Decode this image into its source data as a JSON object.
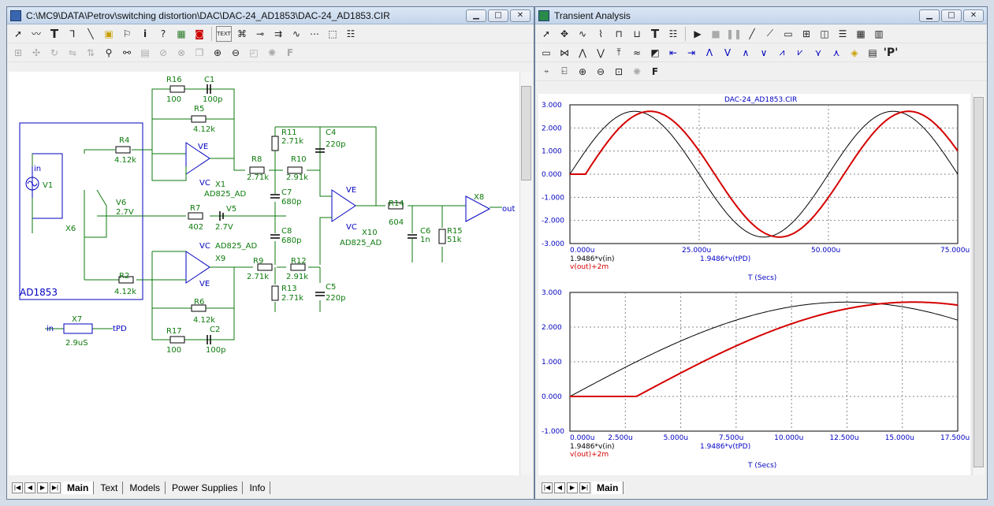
{
  "schematic_window": {
    "title": "C:\\MC9\\DATA\\Petrov\\switching distortion\\DAC\\DAC-24_AD1853\\DAC-24_AD1853.CIR",
    "toolbar1": [
      "arrow-icon",
      "wire-icon",
      "text-icon",
      "wire-ortho-icon",
      "line-icon",
      "help-icon",
      "component-icon",
      "dropdown-icon",
      "flag-icon",
      "info-icon",
      "help-question-icon",
      "graph-icon",
      "probe-icon",
      "text-mode-icon",
      "node-numbers-icon",
      "pin-icon",
      "pin-dropdown-icon",
      "bus-icon",
      "grid-icon",
      "dropdown-icon",
      "cursor-icon",
      "properties-icon"
    ],
    "toolbar2": [
      "select-icon",
      "move-icon",
      "rotate-icon",
      "flip-x-icon",
      "flip-y-icon",
      "find-icon",
      "binoculars-icon",
      "page-icon",
      "stop-icon",
      "clear-icon",
      "duplicate-icon",
      "zoom-in-icon",
      "zoom-out-icon",
      "camera-icon",
      "step-icon",
      "font-icon"
    ],
    "text_btn": "TEXT",
    "components": {
      "r16": "R16",
      "r16v": "100",
      "c1": "C1",
      "c1v": "100p",
      "r5": "R5",
      "r5v": "4.12k",
      "r4": "R4",
      "r4v": "4.12k",
      "r11": "R11",
      "r11v": "2.71k",
      "c4": "C4",
      "c4v": "220p",
      "r8": "R8",
      "r8v": "2.71k",
      "r10": "R10",
      "r10v": "2.91k",
      "x1": "X1",
      "x1m": "AD825_AD",
      "ve1": "VE",
      "vc1": "VC",
      "c7": "C7",
      "c7v": "680p",
      "r7": "R7",
      "r7v": "402",
      "v5": "V5",
      "v5v": "2.7V",
      "c8": "C8",
      "c8v": "680p",
      "r14": "R14",
      "r14v": "604",
      "x10": "X10",
      "x10m": "AD825_AD",
      "ve10": "VE",
      "vc10": "VC",
      "c6": "C6",
      "c6v": "1n",
      "r15": "R15",
      "r15v": "51k",
      "x8": "X8",
      "out": "out",
      "v1": "V1",
      "in": "in",
      "v6": "V6",
      "v6v": "2.7V",
      "x6": "X6",
      "ad1853": "AD1853",
      "r2": "R2",
      "r2v": "4.12k",
      "x9": "X9",
      "x9m": "AD825_AD",
      "vc9": "VC",
      "ve9": "VE",
      "r9": "R9",
      "r9v": "2.71k",
      "r12": "R12",
      "r12v": "2.91k",
      "r13": "R13",
      "r13v": "2.71k",
      "c5": "C5",
      "c5v": "220p",
      "r6": "R6",
      "r6v": "4.12k",
      "r17": "R17",
      "r17v": "100",
      "c2": "C2",
      "c2v": "100p",
      "x7": "X7",
      "x7in": "in",
      "x7out": "tPD",
      "x7v": "2.9uS"
    },
    "tabs": [
      "Main",
      "Text",
      "Models",
      "Power Supplies",
      "Info"
    ],
    "active_tab": "Main"
  },
  "transient_window": {
    "title": "Transient Analysis",
    "toolbar1": [
      "arrow-icon",
      "select-icon",
      "dropdown-icon",
      "curve-icon",
      "curve2-icon",
      "curve3-icon",
      "curve4-icon",
      "curve5-icon",
      "curve6-icon",
      "text-icon",
      "properties-icon",
      "run-icon",
      "stop-icon",
      "pause-icon",
      "line-icon",
      "diag-line-icon",
      "window-icon",
      "grid-icon",
      "split-icon",
      "bars-icon",
      "table-icon",
      "cols-icon"
    ],
    "toolbar2": [
      "panel-icon",
      "scope-icon",
      "peak-icon",
      "valley-icon",
      "high-icon",
      "low-icon",
      "slope-icon",
      "chart-icon",
      "cursor-left-icon",
      "cursor-right-icon",
      "peak-wave-icon",
      "valley-wave-icon",
      "wave1-icon",
      "wave2-icon",
      "wave3-icon",
      "wave4-icon",
      "wave5-icon",
      "wave6-icon",
      "wave7-icon",
      "label-icon",
      "dropdown-icon",
      "table2-icon",
      "p-icon"
    ],
    "toolbar3": [
      "scale-x-icon",
      "scale-y-icon",
      "zoom-in-icon",
      "zoom-out-icon",
      "zoom-fit-icon",
      "step-icon",
      "font-icon"
    ],
    "p_label": "'P'",
    "tabs": [
      "Main"
    ],
    "active_tab": "Main"
  },
  "chart_data": [
    {
      "type": "line",
      "title": "DAC-24_AD1853.CIR",
      "xlabel": "T (Secs)",
      "ylabel": "",
      "xlim": [
        0,
        7.5e-05
      ],
      "ylim": [
        -3,
        3
      ],
      "x_ticks": [
        "0.000u",
        "25.000u",
        "50.000u",
        "75.000u"
      ],
      "y_ticks": [
        "3.000",
        "2.000",
        "1.000",
        "0.000",
        "-1.000",
        "-2.000",
        "-3.000"
      ],
      "legend": [
        {
          "expr": "1.9486*v(in)",
          "color": "#000000"
        },
        {
          "expr": "v(out)+2m",
          "color": "#d40000"
        },
        {
          "expr": "1.9486*v(tPD)",
          "color": "#0000c8"
        }
      ],
      "series": [
        {
          "name": "1.9486*v(in)",
          "amplitude": 2.72,
          "period_us": 50,
          "delay_us": 0,
          "color": "#000000"
        },
        {
          "name": "v(out)+2m",
          "amplitude": 2.72,
          "period_us": 50,
          "delay_us": 3,
          "color": "#d40000"
        }
      ],
      "grid": true
    },
    {
      "type": "line",
      "title": "",
      "xlabel": "T (Secs)",
      "ylabel": "",
      "xlim": [
        0,
        1.75e-05
      ],
      "ylim": [
        -1,
        3
      ],
      "x_ticks": [
        "0.000u",
        "2.500u",
        "5.000u",
        "7.500u",
        "10.000u",
        "12.500u",
        "15.000u",
        "17.500u"
      ],
      "y_ticks": [
        "3.000",
        "2.000",
        "1.000",
        "0.000",
        "-1.000"
      ],
      "legend": [
        {
          "expr": "1.9486*v(in)",
          "color": "#000000"
        },
        {
          "expr": "v(out)+2m",
          "color": "#d40000"
        },
        {
          "expr": "1.9486*v(tPD)",
          "color": "#0000c8"
        }
      ],
      "series": [
        {
          "name": "1.9486*v(in)",
          "amplitude": 2.72,
          "period_us": 50,
          "delay_us": 0,
          "color": "#000000"
        },
        {
          "name": "v(out)+2m",
          "amplitude": 2.72,
          "period_us": 50,
          "delay_us": 3,
          "color": "#d40000"
        }
      ],
      "grid": true
    }
  ]
}
